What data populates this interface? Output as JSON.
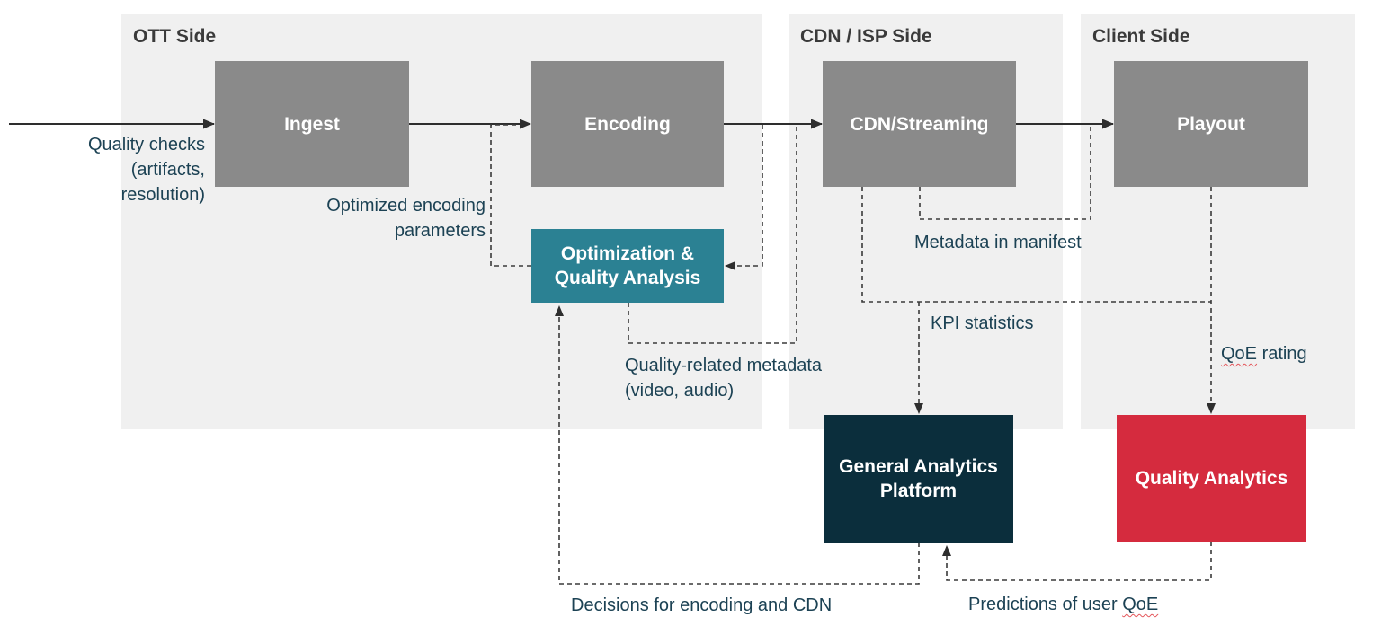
{
  "diagram": {
    "panels": [
      {
        "label": "OTT Side"
      },
      {
        "label": "CDN / ISP Side"
      },
      {
        "label": "Client Side"
      }
    ],
    "nodes": {
      "ingest": {
        "label": "Ingest"
      },
      "encoding": {
        "label": "Encoding"
      },
      "cdn_streaming": {
        "label": "CDN/Streaming"
      },
      "playout": {
        "label": "Playout"
      },
      "optimization": {
        "line1": "Optimization &",
        "line2": "Quality Analysis"
      },
      "general_analytics": {
        "line1": "General Analytics",
        "line2": "Platform"
      },
      "quality_analytics": {
        "label": "Quality Analytics"
      }
    },
    "edge_labels": {
      "quality_checks": {
        "line1": "Quality checks",
        "line2": "(artifacts,",
        "line3": "resolution)"
      },
      "optimized_params": {
        "line1": "Optimized encoding",
        "line2": "parameters"
      },
      "metadata_manifest": "Metadata in manifest",
      "kpi_statistics": "KPI statistics",
      "qoe_rating": {
        "qoe": "QoE",
        "rest": " rating"
      },
      "quality_metadata": {
        "line1": "Quality-related metadata",
        "line2": "(video, audio)"
      },
      "decisions": "Decisions for encoding and CDN",
      "predictions": {
        "prefix": "Predictions of user ",
        "qoe": "QoE"
      }
    },
    "colors": {
      "panel_bg": "#f0f0f0",
      "node_gray": "#8a8a8a",
      "node_teal": "#2b8193",
      "node_navy": "#0b2e3c",
      "node_red": "#d52b3e",
      "panel_title_text": "#3a3a3a",
      "flow_label_text": "#1c4254",
      "node_text": "#ffffff",
      "line": "#2e2e2e",
      "squiggle": "#e4555a"
    }
  }
}
